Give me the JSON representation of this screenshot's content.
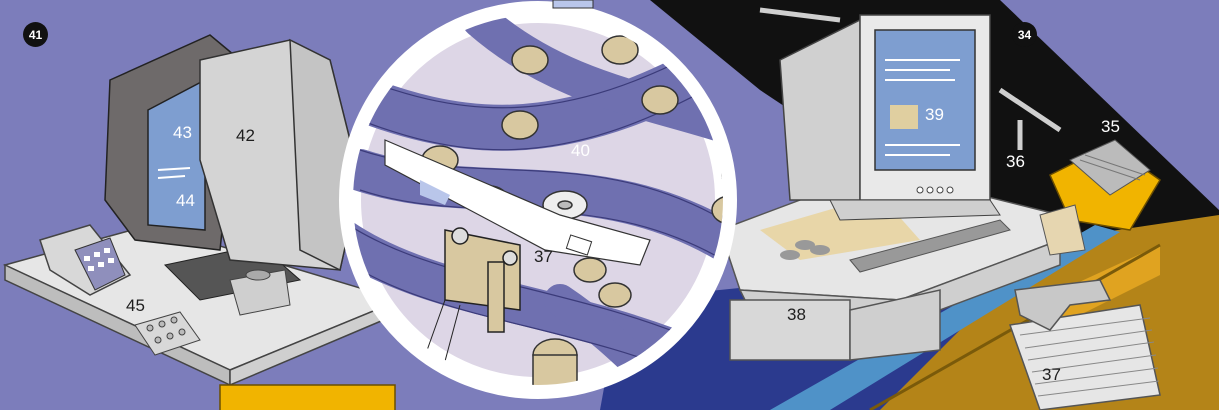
{
  "figure": {
    "badges": {
      "left_step": "41",
      "right_step": "34"
    },
    "labels": {
      "l43": "43",
      "l42": "42",
      "l44": "44",
      "l45": "45",
      "l40": "40",
      "l37_loupe": "37",
      "l39": "39",
      "l36": "36",
      "l35": "35",
      "l38": "38",
      "l37_stack": "37"
    }
  },
  "colors": {
    "background": "#7c7dbb",
    "belt": "#6f70b0",
    "loupe_fill": "#ddd6e6",
    "roller": "#d8c8a0",
    "cassette": "#f1b400",
    "conveyor_wood": "#b48418",
    "conveyor_blue": "#4f92c8",
    "floor": "#2b3a8e",
    "screen": "#7e9ed0",
    "black": "#111111"
  }
}
